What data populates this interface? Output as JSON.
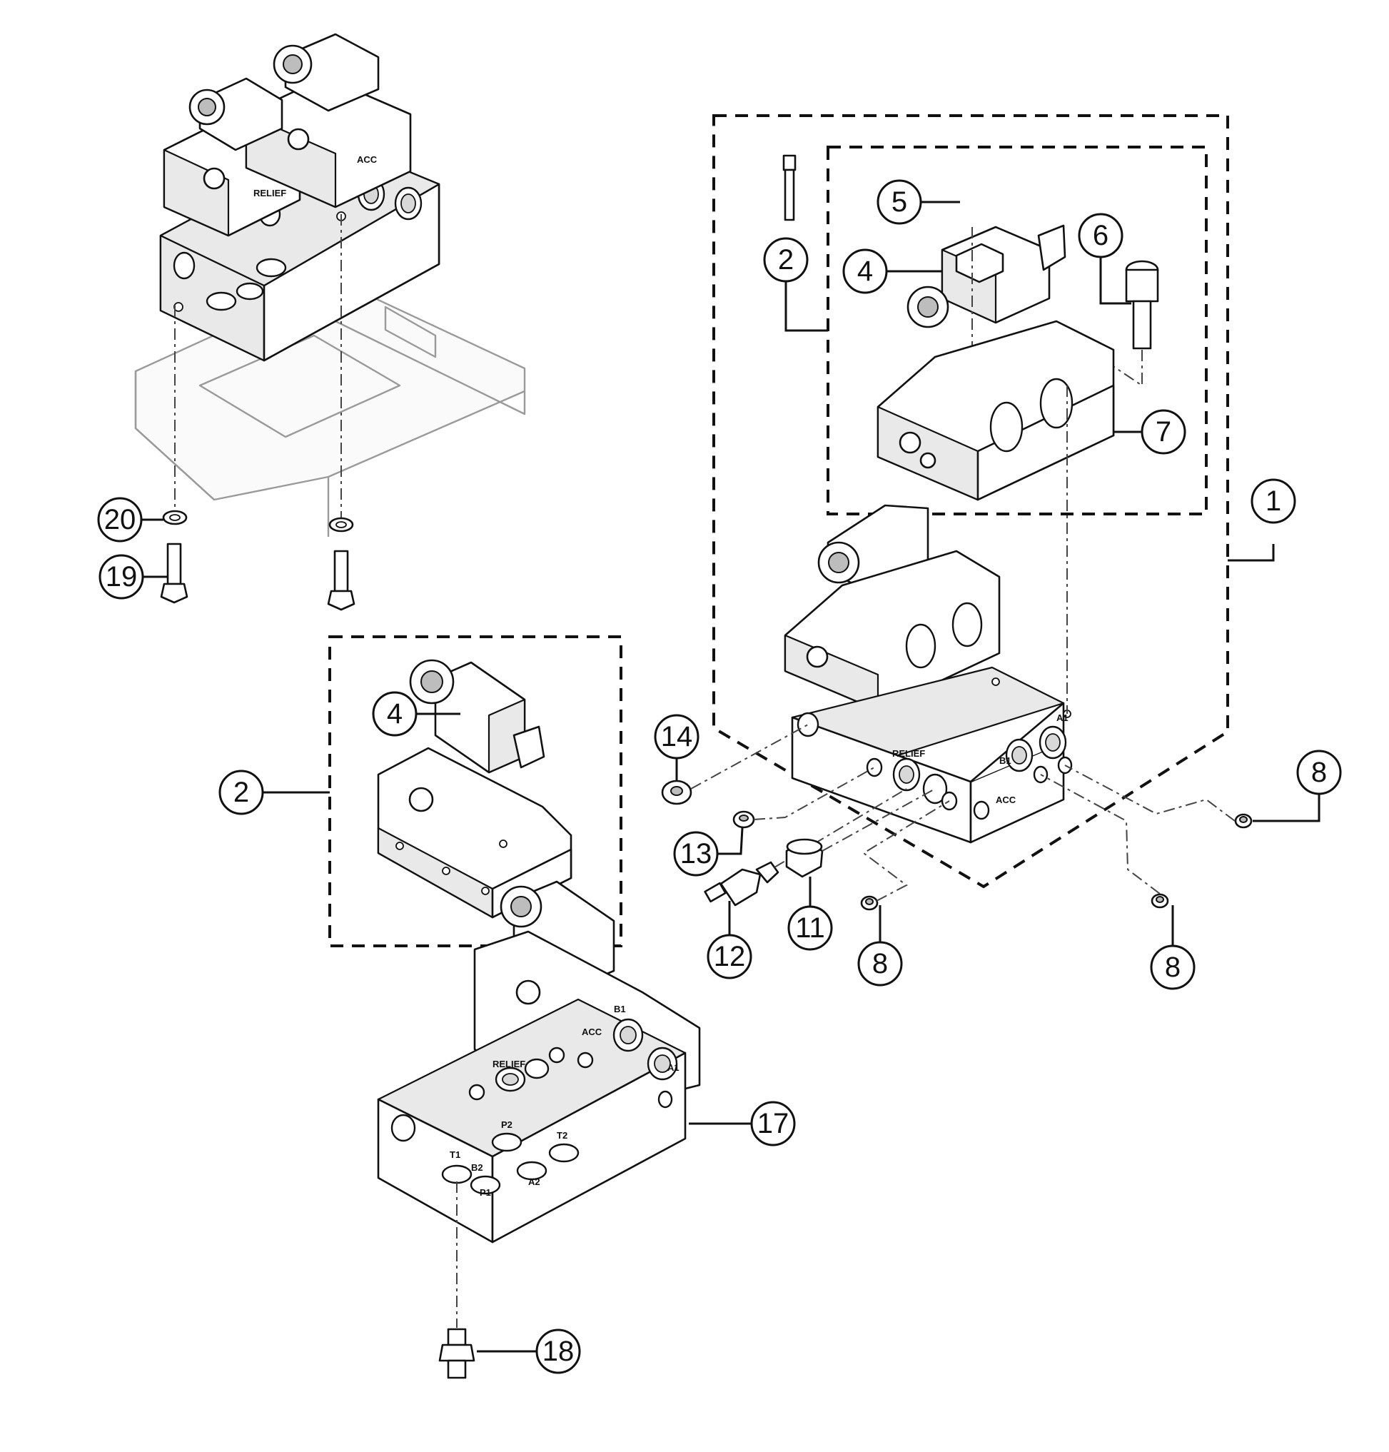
{
  "callouts": [
    {
      "id": "c1",
      "label": "1"
    },
    {
      "id": "c2a",
      "label": "2"
    },
    {
      "id": "c2b",
      "label": "2"
    },
    {
      "id": "c4a",
      "label": "4"
    },
    {
      "id": "c4b",
      "label": "4"
    },
    {
      "id": "c5",
      "label": "5"
    },
    {
      "id": "c6",
      "label": "6"
    },
    {
      "id": "c7",
      "label": "7"
    },
    {
      "id": "c8a",
      "label": "8"
    },
    {
      "id": "c8b",
      "label": "8"
    },
    {
      "id": "c8c",
      "label": "8"
    },
    {
      "id": "c11",
      "label": "11"
    },
    {
      "id": "c12",
      "label": "12"
    },
    {
      "id": "c13",
      "label": "13"
    },
    {
      "id": "c14",
      "label": "14"
    },
    {
      "id": "c17",
      "label": "17"
    },
    {
      "id": "c18",
      "label": "18"
    },
    {
      "id": "c19",
      "label": "19"
    },
    {
      "id": "c20",
      "label": "20"
    }
  ],
  "port_labels": {
    "acc": "ACC",
    "relief": "RELIEF",
    "b1": "B1",
    "a1": "A1",
    "p2": "P2",
    "t2": "T2",
    "t1": "T1",
    "b2": "B2",
    "p1": "P1",
    "a2": "A2"
  }
}
